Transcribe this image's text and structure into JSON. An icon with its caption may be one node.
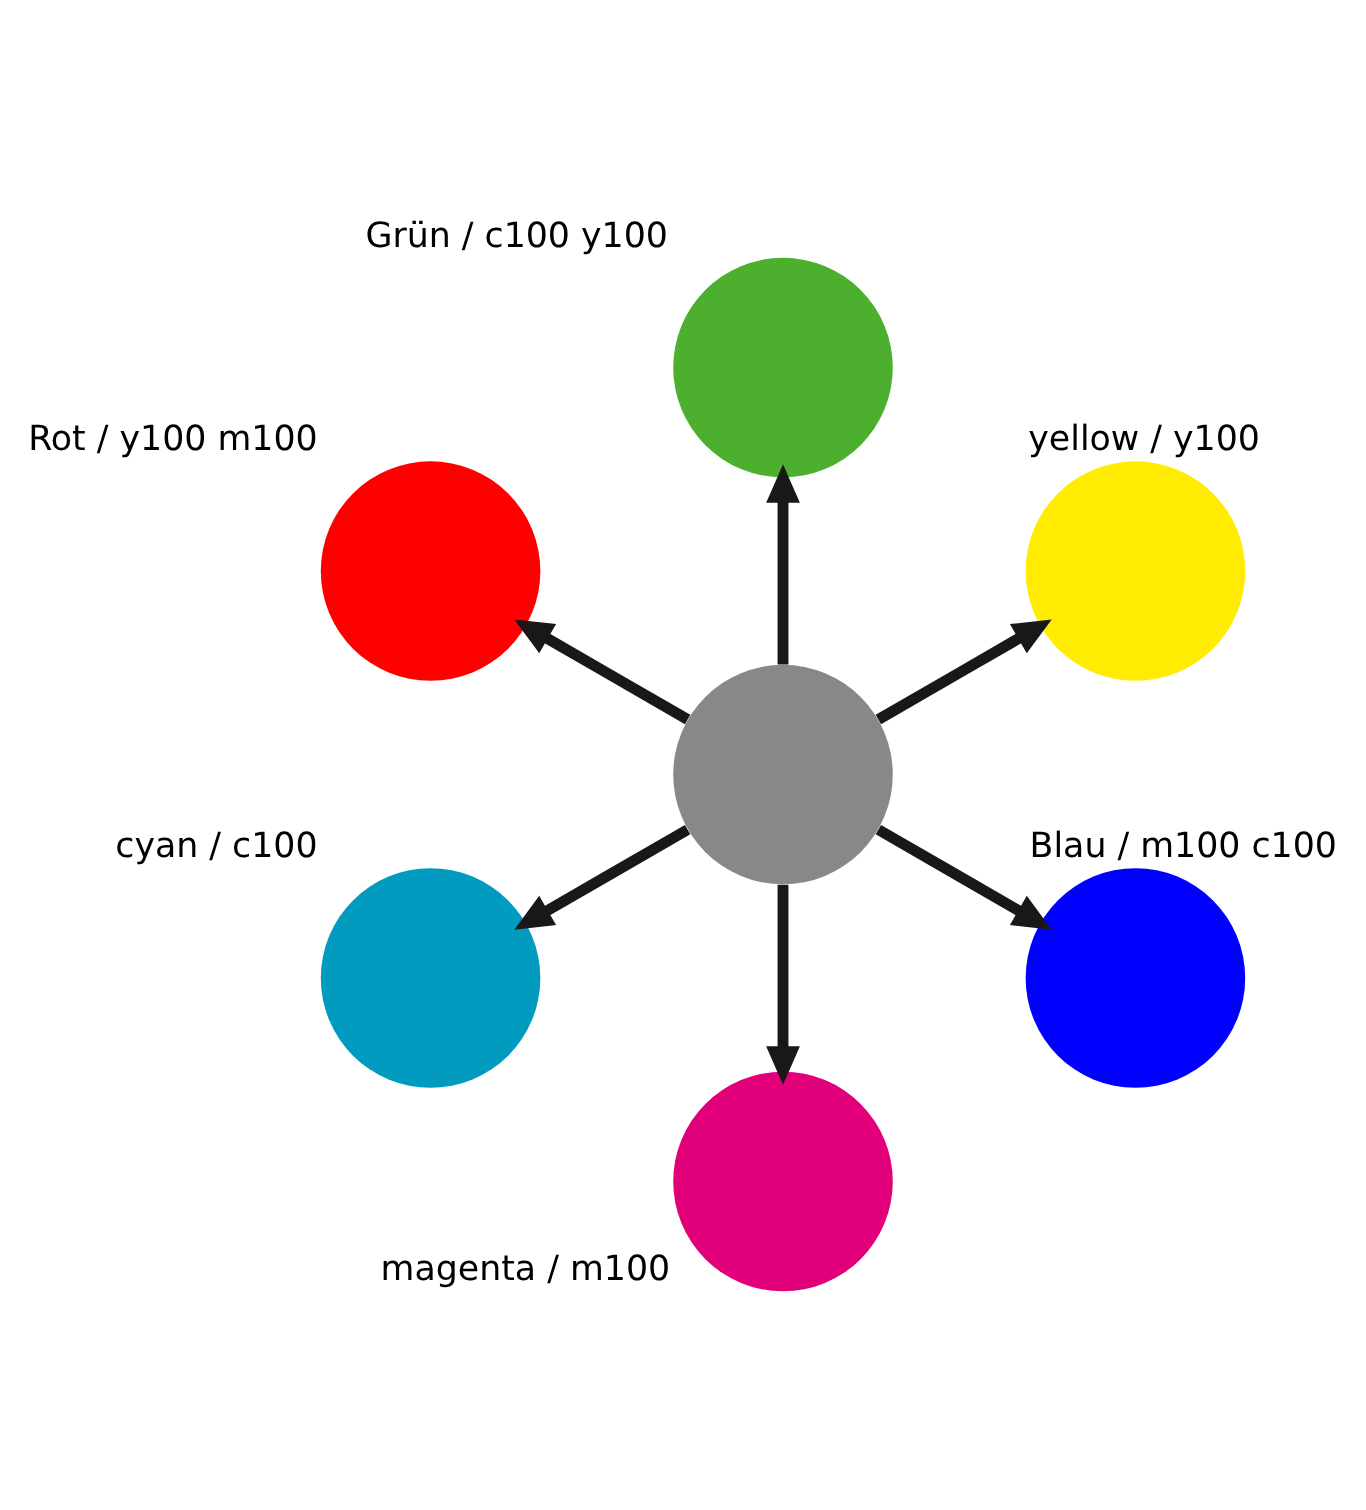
{
  "diagram": {
    "nodes": [
      {
        "text": [
          "yellow / y100"
        ]
      },
      {
        "text": [
          "Grün / c100 y100"
        ]
      },
      {
        "text": [
          "Rot / y100 m100"
        ]
      },
      {
        "text": [],
        "shape": "circle"
      },
      {
        "text": [
          "cyan / c100"
        ]
      },
      {
        "text": [
          "magenta / m100"
        ]
      },
      {
        "text": [
          "Blau / m100 c100"
        ]
      }
    ],
    "edges": [
      {
        "from": 3,
        "to": 0,
        "arrow": "to"
      },
      {
        "from": 3,
        "to": 2,
        "arrow": "to"
      },
      {
        "from": 3,
        "to": 5,
        "arrow": "to"
      },
      {
        "from": 3,
        "to": 6,
        "arrow": "to"
      },
      {
        "from": 3,
        "to": 4,
        "arrow": "to"
      },
      {
        "from": 3,
        "to": 1,
        "arrow": "to"
      }
    ]
  }
}
